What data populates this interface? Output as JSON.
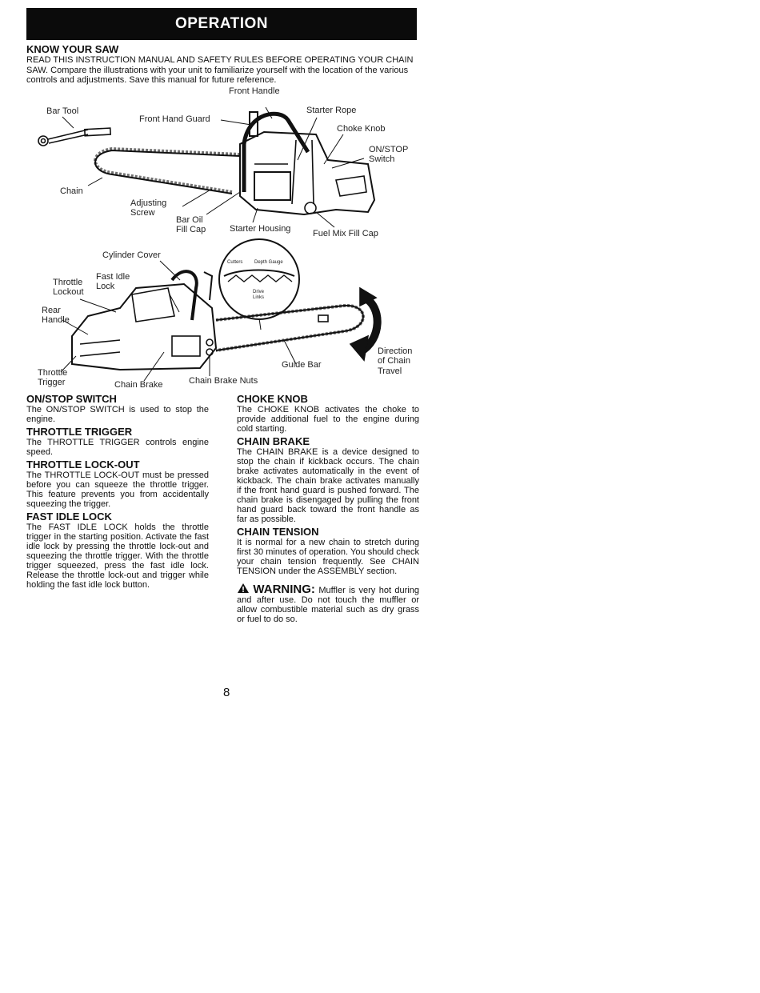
{
  "header": {
    "title": "OPERATION"
  },
  "know_your_saw": {
    "heading": "KNOW YOUR SAW",
    "intro": "READ THIS INSTRUCTION MANUAL AND SAFETY RULES BEFORE OPERATING YOUR CHAIN SAW. Compare the illustrations with your unit to familiarize yourself with the location of the various controls and adjustments. Save this manual for future reference."
  },
  "figure1": {
    "labels": {
      "front_handle": "Front Handle",
      "bar_tool": "Bar Tool",
      "front_hand_guard": "Front Hand Guard",
      "starter_rope": "Starter Rope",
      "choke_knob": "Choke Knob",
      "on_stop": "ON/STOP",
      "switch": "Switch",
      "chain": "Chain",
      "adjusting": "Adjusting",
      "screw": "Screw",
      "bar_oil": "Bar Oil",
      "fill_cap": "Fill Cap",
      "starter_housing": "Starter Housing",
      "fuel_mix_fill_cap": "Fuel Mix Fill Cap"
    }
  },
  "figure2": {
    "labels": {
      "cylinder_cover": "Cylinder Cover",
      "fast_idle": "Fast Idle",
      "lock": "Lock",
      "throttle_lockout_1": "Throttle",
      "throttle_lockout_2": "Lockout",
      "rear": "Rear",
      "handle": "Handle",
      "throttle": "Throttle",
      "trigger": "Trigger",
      "chain_brake": "Chain Brake",
      "chain_brake_nuts": "Chain Brake Nuts",
      "guide_bar": "Guide Bar",
      "direction": "Direction",
      "of_chain": "of Chain",
      "travel": "Travel",
      "cutters": "Cutters",
      "depth_gauge": "Depth Gauge",
      "drive": "Drive",
      "links": "Links"
    }
  },
  "sections_left": [
    {
      "heading": "ON/STOP SWITCH",
      "text": "The ON/STOP SWITCH is used to stop the engine."
    },
    {
      "heading": "THROTTLE TRIGGER",
      "text": "The THROTTLE TRIGGER controls engine speed."
    },
    {
      "heading": "THROTTLE LOCK-OUT",
      "text": "The THROTTLE LOCK-OUT must be pressed before you can squeeze the throttle trigger. This feature prevents you from accidentally squeezing the trigger."
    },
    {
      "heading": "FAST IDLE LOCK",
      "text": "The FAST IDLE LOCK holds the throttle trigger in the starting position. Activate the fast idle lock by pressing the throttle lock-out and squeezing the throttle trigger. With the throttle trigger squeezed, press the fast idle lock. Release the throttle lock-out and trigger while holding the fast idle lock button."
    }
  ],
  "sections_right": [
    {
      "heading": "CHOKE KNOB",
      "text": "The CHOKE KNOB activates the choke to provide additional fuel to the engine during cold starting."
    },
    {
      "heading": "CHAIN BRAKE",
      "text": "The CHAIN BRAKE is a device designed to stop the chain if kickback occurs. The chain brake activates automatically in the event of kickback. The chain brake activates manually if the front hand guard is pushed forward. The chain brake is disengaged by pulling the front hand guard back toward the front handle as far as possible."
    },
    {
      "heading": "CHAIN TENSION",
      "text": "It is normal for a new chain to stretch during first 30 minutes of operation. You should check your chain tension frequently. See CHAIN TENSION under the ASSEMBLY section."
    }
  ],
  "warning": {
    "title": "WARNING:",
    "text": "Muffler is very hot during and after use. Do not touch the muffler or allow combustible material such as dry grass or fuel to do so."
  },
  "footer": {
    "page_number": "8"
  },
  "colors": {
    "banner_bg": "#0b0b0b",
    "banner_text": "#ffffff",
    "ink": "#111111"
  }
}
